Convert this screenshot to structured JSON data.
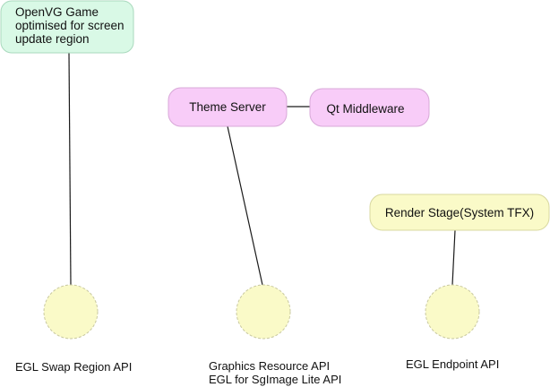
{
  "nodes": {
    "openvg_game": {
      "lines": [
        "OpenVG Game",
        "optimised for screen",
        "update region"
      ],
      "fill": "#d9f9e6",
      "stroke": "#a9d9bd"
    },
    "theme_server": {
      "label": "Theme Server",
      "fill": "#f8ccf8",
      "stroke": "#d8a8d8"
    },
    "qt_middleware": {
      "label": "Qt Middleware",
      "fill": "#f8ccf8",
      "stroke": "#d8a8d8"
    },
    "render_stage": {
      "label": "Render Stage(System TFX)",
      "fill": "#fafac8",
      "stroke": "#d8d8a0"
    }
  },
  "endpoints": {
    "fill": "#fafac8",
    "stroke": "#c8c8a0"
  },
  "labels": {
    "egl_swap_region": "EGL Swap Region API",
    "graphics_resource": [
      "Graphics Resource API",
      "EGL for SgImage Lite API"
    ],
    "egl_endpoint": "EGL Endpoint API"
  }
}
